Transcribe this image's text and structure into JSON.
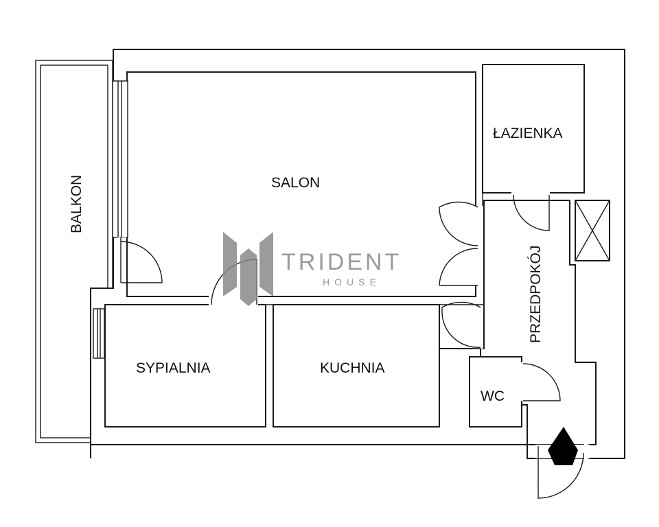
{
  "rooms": {
    "salon": "SALON",
    "lazienka": "ŁAZIENKA",
    "balkon": "BALKON",
    "przedpokoj": "PRZEDPOKÓJ",
    "sypialnia": "SYPIALNIA",
    "kuchnia": "KUCHNIA",
    "wc": "WC"
  },
  "watermark": {
    "brand": "TRIDENT",
    "sub": "HOUSE",
    "color": "#8a8a8a"
  },
  "entrance_marker": {
    "icon": "entrance-pentagon-icon",
    "color": "#000000"
  }
}
